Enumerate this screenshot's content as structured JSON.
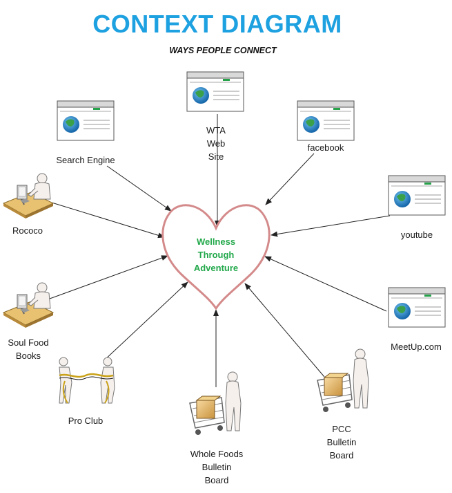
{
  "title": "CONTEXT DIAGRAM",
  "subtitle": "WAYS PEOPLE CONNECT",
  "center": {
    "lines": [
      "Wellness",
      "Through",
      "Adventure"
    ]
  },
  "nodes": [
    {
      "id": "wta",
      "icon": "web-page-icon",
      "lines": [
        "WTA",
        "Web",
        "Site"
      ]
    },
    {
      "id": "search-engine",
      "icon": "web-page-icon",
      "lines": [
        "Search Engine"
      ]
    },
    {
      "id": "facebook",
      "icon": "web-page-icon",
      "lines": [
        "facebook"
      ]
    },
    {
      "id": "youtube",
      "icon": "web-page-icon",
      "lines": [
        "youtube"
      ]
    },
    {
      "id": "meetup",
      "icon": "web-page-icon",
      "lines": [
        "MeetUp.com"
      ]
    },
    {
      "id": "rococo",
      "icon": "person-at-desk-icon",
      "lines": [
        "Rococo"
      ]
    },
    {
      "id": "soul-food-books",
      "icon": "person-at-desk-icon",
      "lines": [
        "Soul Food",
        "Books"
      ]
    },
    {
      "id": "pro-club",
      "icon": "tug-of-war-icon",
      "lines": [
        "Pro Club"
      ]
    },
    {
      "id": "whole-foods",
      "icon": "shopping-cart-person-icon",
      "lines": [
        "Whole Foods",
        "Bulletin",
        "Board"
      ]
    },
    {
      "id": "pcc",
      "icon": "shopping-cart-person-icon",
      "lines": [
        "PCC",
        "Bulletin",
        "Board"
      ]
    }
  ],
  "colors": {
    "title": "#1ea1e0",
    "center_text": "#22a84a",
    "heart_outline": "#d48a8a",
    "arrow": "#222222"
  }
}
